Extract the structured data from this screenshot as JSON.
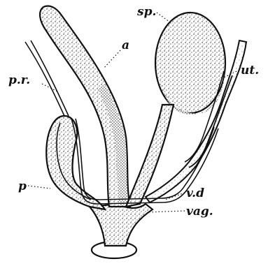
{
  "labels": {
    "sp": "sp.",
    "a": "a",
    "pr": "p.r.",
    "ut": "ut.",
    "p": "p",
    "vd": "v.d",
    "vag": "vag."
  },
  "colors": {
    "ink": "#111111",
    "paper": "#ffffff"
  }
}
